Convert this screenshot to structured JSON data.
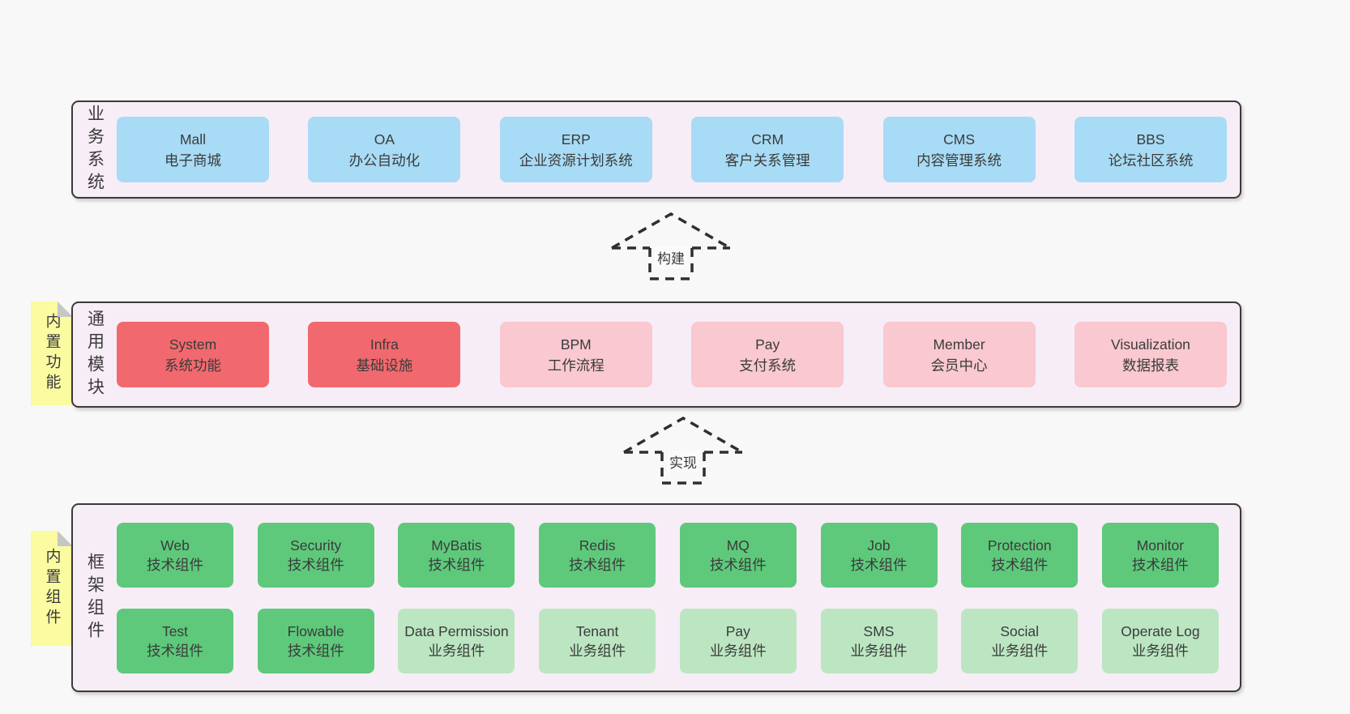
{
  "colors": {
    "background": "#f8f8f8",
    "container_fill": "#f7edf6",
    "container_border": "#3a3a3a",
    "blue_box": "#a8dbf5",
    "red_box": "#f1696e",
    "pink_box": "#f9c8d0",
    "green_box": "#5ec97b",
    "light_green_box": "#bbe6c1",
    "yellow_tag": "#fbfba1",
    "fold_gray": "#c6c6c6",
    "text": "#3a3a3a"
  },
  "layers": {
    "business": {
      "label": "业务系统",
      "boxes": [
        {
          "title": "Mall",
          "subtitle": "电子商城"
        },
        {
          "title": "OA",
          "subtitle": "办公自动化"
        },
        {
          "title": "ERP",
          "subtitle": "企业资源计划系统"
        },
        {
          "title": "CRM",
          "subtitle": "客户关系管理"
        },
        {
          "title": "CMS",
          "subtitle": "内容管理系统"
        },
        {
          "title": "BBS",
          "subtitle": "论坛社区系统"
        }
      ]
    },
    "modules": {
      "label": "通用模块",
      "tag": "内置功能",
      "boxes": [
        {
          "title": "System",
          "subtitle": "系统功能"
        },
        {
          "title": "Infra",
          "subtitle": "基础设施"
        },
        {
          "title": "BPM",
          "subtitle": "工作流程"
        },
        {
          "title": "Pay",
          "subtitle": "支付系统"
        },
        {
          "title": "Member",
          "subtitle": "会员中心"
        },
        {
          "title": "Visualization",
          "subtitle": "数据报表"
        }
      ]
    },
    "framework": {
      "label": "框架组件",
      "tag": "内置组件",
      "row1": [
        {
          "title": "Web",
          "subtitle": "技术组件"
        },
        {
          "title": "Security",
          "subtitle": "技术组件"
        },
        {
          "title": "MyBatis",
          "subtitle": "技术组件"
        },
        {
          "title": "Redis",
          "subtitle": "技术组件"
        },
        {
          "title": "MQ",
          "subtitle": "技术组件"
        },
        {
          "title": "Job",
          "subtitle": "技术组件"
        },
        {
          "title": "Protection",
          "subtitle": "技术组件"
        },
        {
          "title": "Monitor",
          "subtitle": "技术组件"
        }
      ],
      "row2": [
        {
          "title": "Test",
          "subtitle": "技术组件"
        },
        {
          "title": "Flowable",
          "subtitle": "技术组件"
        },
        {
          "title": "Data Permission",
          "subtitle": "业务组件"
        },
        {
          "title": "Tenant",
          "subtitle": "业务组件"
        },
        {
          "title": "Pay",
          "subtitle": "业务组件"
        },
        {
          "title": "SMS",
          "subtitle": "业务组件"
        },
        {
          "title": "Social",
          "subtitle": "业务组件"
        },
        {
          "title": "Operate Log",
          "subtitle": "业务组件"
        }
      ]
    }
  },
  "arrows": {
    "build": {
      "label": "构建"
    },
    "implement": {
      "label": "实现"
    }
  }
}
